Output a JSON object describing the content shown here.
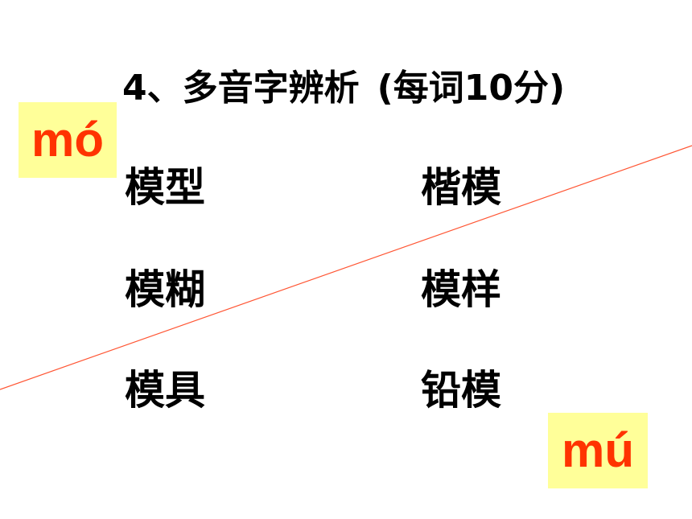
{
  "title": {
    "main": "4、多音字辨析",
    "score_note": "(每词10分)"
  },
  "pinyin": {
    "left": "mó",
    "right": "mú"
  },
  "words": {
    "left_column": [
      "模型",
      "模糊",
      "模具"
    ],
    "right_column": [
      "楷模",
      "模样",
      "铅模"
    ]
  },
  "colors": {
    "pinyin_text": "#ff3300",
    "pinyin_background": "#ffff99",
    "divider_line": "#ff5533"
  }
}
